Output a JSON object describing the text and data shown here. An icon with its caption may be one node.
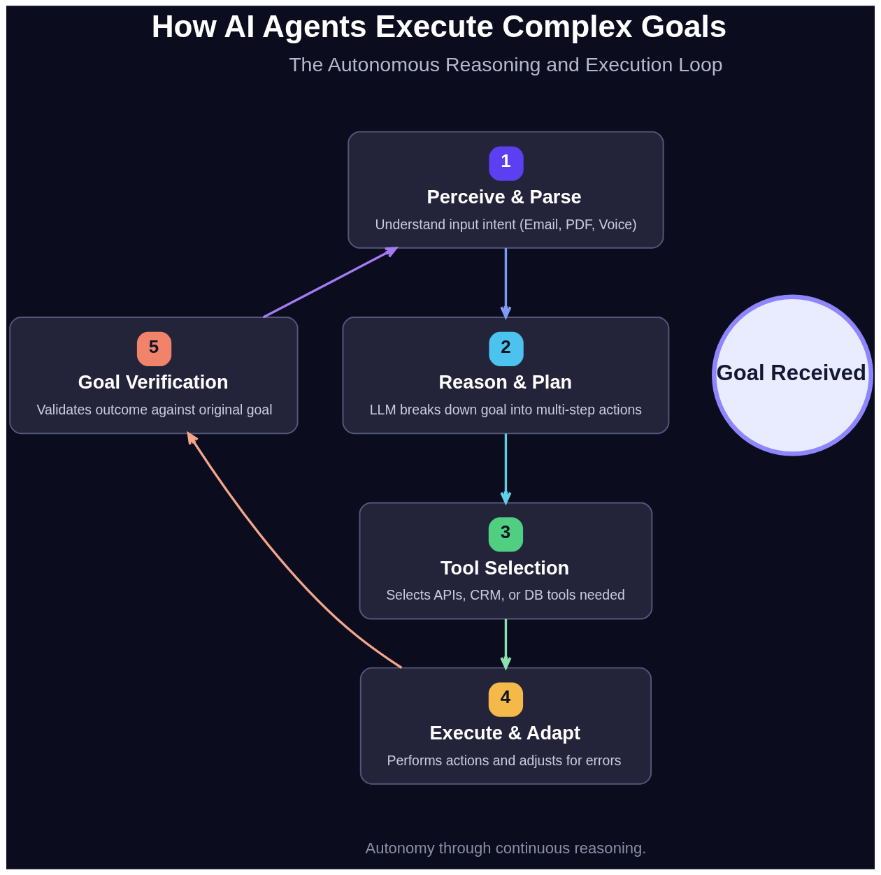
{
  "diagram": {
    "title": "How AI Agents Execute Complex Goals",
    "nodes": [
      {
        "text": [
          "1",
          "Perceive & Parse",
          "Understand input intent (Email, PDF, Voice)"
        ]
      },
      {
        "text": [
          "2",
          "Reason & Plan",
          "LLM breaks down goal into multi-step actions"
        ]
      },
      {
        "text": [
          "3",
          "Tool Selection",
          "Selects APIs, CRM, or DB tools needed"
        ]
      },
      {
        "text": [
          "4",
          "Execute & Adapt",
          "Performs actions and adjusts for errors"
        ]
      },
      {
        "text": [
          "5",
          "Goal Verification",
          "Validates outcome against original goal"
        ]
      },
      {
        "text": [
          "Goal Received"
        ]
      }
    ],
    "edges": [
      {
        "from": 0,
        "to": 1,
        "arrow": "to",
        "color": "#7f9cf5"
      },
      {
        "from": 1,
        "to": 2,
        "arrow": "to",
        "color": "#5fcfe8"
      },
      {
        "from": 2,
        "to": 3,
        "arrow": "to",
        "color": "#8fe0b0"
      },
      {
        "from": 3,
        "to": 4,
        "arrow": "to",
        "color": "#f3a68c"
      },
      {
        "from": 4,
        "to": 0,
        "arrow": "to",
        "color": "#a47cf2"
      }
    ],
    "labels": [
      "The Autonomous Reasoning and Execution Loop",
      "Autonomy through continuous reasoning."
    ]
  }
}
